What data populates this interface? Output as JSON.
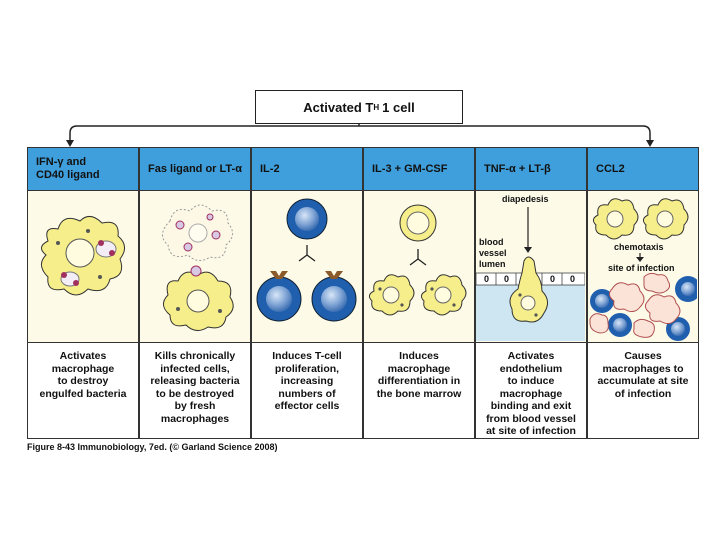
{
  "title": {
    "main": "Activated T",
    "sub": "H",
    "suffix": "1 cell"
  },
  "panels": [
    {
      "header": "IFN-γ and\nCD40 ligand",
      "description": "Activates\nmacrophage\nto destroy\nengulfed bacteria"
    },
    {
      "header": "Fas ligand or LT-α",
      "description": "Kills chronically\ninfected cells,\nreleasing bacteria\nto be destroyed\nby fresh\nmacrophages"
    },
    {
      "header": "IL-2",
      "description": "Induces T-cell\nproliferation,\nincreasing\nnumbers of\neffector cells"
    },
    {
      "header": "IL-3 + GM-CSF",
      "description": "Induces\nmacrophage\ndifferentiation in\nthe bone marrow"
    },
    {
      "header": "TNF-α + LT-β",
      "description": "Activates\nendothelium\nto induce\nmacrophage\nbinding and exit\nfrom blood vessel\nat site of infection"
    },
    {
      "header": "CCL2",
      "description": "Causes\nmacrophages to\naccumulate at site\nof infection"
    }
  ],
  "labels": {
    "diapedesis": "diapedesis",
    "blood": "blood",
    "vessel": "vessel",
    "lumen": "lumen",
    "chemotaxis": "chemotaxis",
    "site_of_infection": "site of infection"
  },
  "caption": "Figure 8-43 Immunobiology, 7ed. (© Garland Science 2008)",
  "colors": {
    "header_blue": "#3f9fdc",
    "macrophage_yellow": "#f6ee8a",
    "tcell_blue": "#1f5fae",
    "vessel_blue": "#cde6f2"
  }
}
